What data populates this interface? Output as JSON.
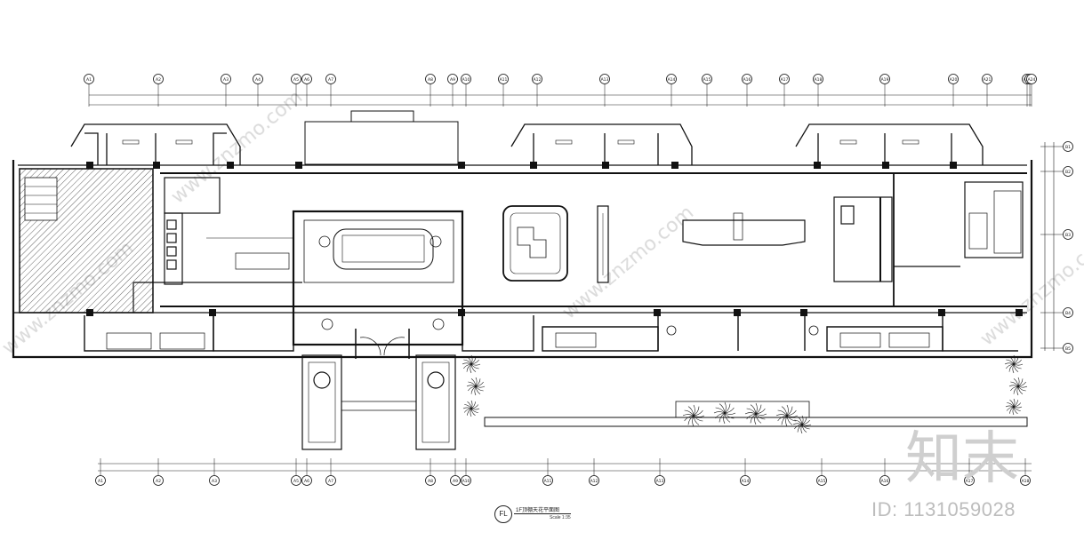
{
  "drawing": {
    "title": "1F顶棚天花平面图",
    "label_code": "FL",
    "scale": "Scale 1:35"
  },
  "grid_axes": {
    "top": [
      "A1",
      "A2",
      "A3",
      "A4",
      "A5",
      "A6",
      "A7",
      "A8",
      "A9",
      "A10",
      "A11",
      "A12",
      "A13",
      "A14",
      "A15",
      "A16",
      "A17",
      "A18",
      "A19",
      "A20",
      "A21",
      "A22",
      "A23",
      "A24"
    ],
    "bottom": [
      "A1",
      "A2",
      "A3",
      "A5",
      "A6",
      "A7",
      "A8",
      "A9",
      "A10",
      "A11",
      "A12",
      "A13",
      "A14",
      "A15",
      "A16",
      "A17",
      "A18"
    ],
    "right": [
      "B1",
      "B2",
      "B3",
      "B4",
      "B5"
    ]
  },
  "watermark": {
    "brand": "知末",
    "id_text": "ID: 1131059028",
    "diagonal_text": "www.znzmo.com",
    "color": "#c8c8c8"
  },
  "colors": {
    "line": "#111111",
    "wall": "#1a1a1a",
    "hatch": "#222222",
    "watermark": "#d0d0d0"
  }
}
